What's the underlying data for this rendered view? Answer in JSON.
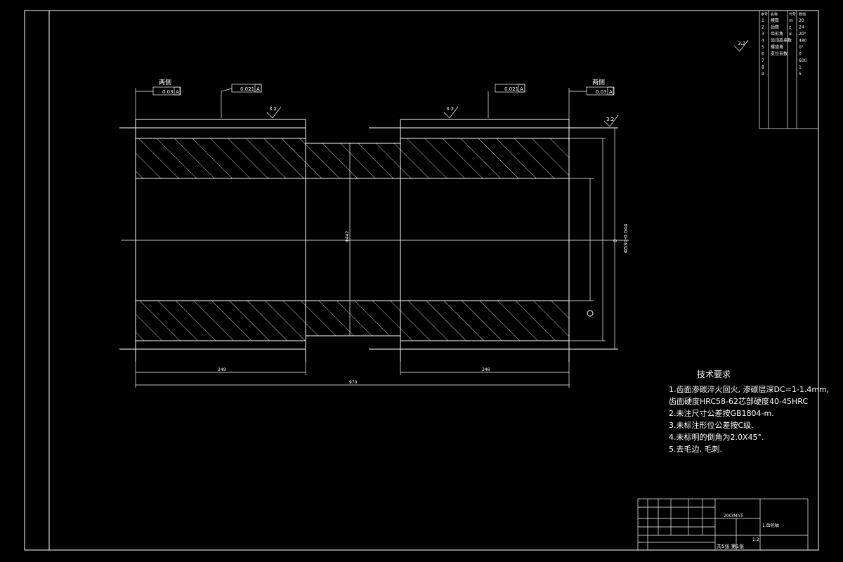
{
  "parameter_table": {
    "headers": [
      "序号",
      "名称",
      "代号",
      "数值"
    ],
    "rows": [
      [
        "1",
        "模数",
        "m",
        "20"
      ],
      [
        "2",
        "齿数",
        "z",
        "24"
      ],
      [
        "3",
        "齿形角",
        "α",
        "20°"
      ],
      [
        "4",
        "齿顶高系数",
        "",
        "480"
      ],
      [
        "5",
        "螺旋角",
        "",
        "0°"
      ],
      [
        "6",
        "变位系数",
        "",
        "0"
      ],
      [
        "7",
        "",
        "",
        "600"
      ],
      [
        "8",
        "",
        "",
        "1"
      ],
      [
        "9",
        "",
        "",
        "5"
      ]
    ]
  },
  "roughness_overall": "3.2",
  "datum_label": "A",
  "callouts": {
    "left_both_sides": "两侧",
    "left_runout": "0.03",
    "left_inner": "0.021",
    "right_inner": "0.021",
    "right_both_sides": "两侧",
    "right_runout": "0.03",
    "rough_left": "3.2",
    "rough_right": "3.2",
    "rough_end": "3.2"
  },
  "dimensions": {
    "left_len": "249",
    "right_len": "346",
    "total_len": "970",
    "center_dia": "Φ442",
    "dia_fit": "Φ530-0.044",
    "dia_zero": "0"
  },
  "tech_requirements": {
    "title": "技术要求",
    "items": [
      "1.齿面渗碳淬火回火, 渗碳层深DC=1-1.4mm,",
      "  齿面硬度HRC58-62芯部硬度40-45HRC",
      "2.未注尺寸公差按GB1804-m.",
      "3.未标注形位公差按C级.",
      "4.未标明的倒角为2.0X45°.",
      "5.去毛边, 毛刺."
    ]
  },
  "title_block": {
    "material": "20CrMnTi",
    "part_name": "1.齿轮轴",
    "scale": "1:2",
    "sheet_info": "共5张 第1张"
  }
}
